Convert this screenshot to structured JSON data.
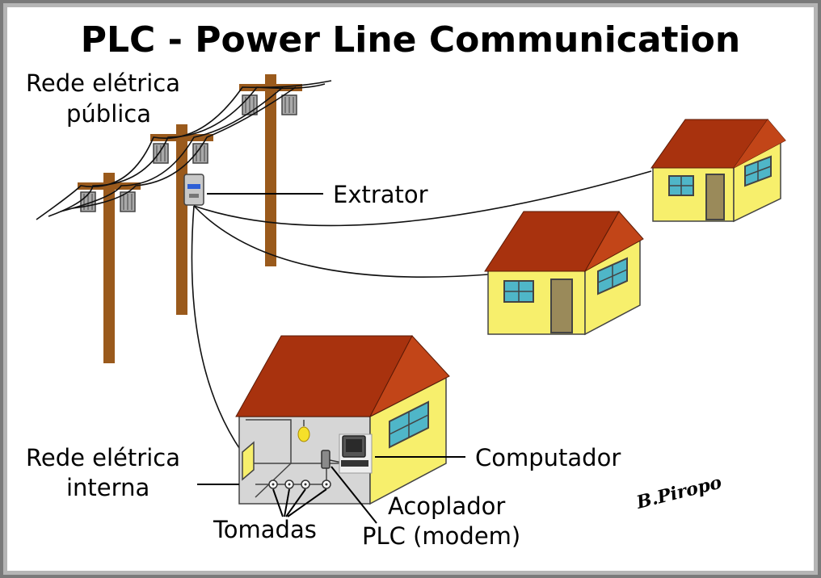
{
  "title": "PLC - Power Line Communication",
  "labels": {
    "public_grid_line1": "Rede elétrica",
    "public_grid_line2": "pública",
    "extractor": "Extrator",
    "internal_grid_line1": "Rede elétrica",
    "internal_grid_line2": "interna",
    "computer": "Computador",
    "outlets": "Tomadas",
    "coupler_line1": "Acoplador",
    "coupler_line2": "PLC (modem)"
  },
  "signature": "B.Piropo",
  "colors": {
    "pole": "#9a5a1c",
    "roof": "#a8320e",
    "wall": "#f7ef6c",
    "door": "#9a8a5a",
    "window": "#4fb6c8",
    "interior": "#d6d6d6",
    "border": "#6a6a6a"
  }
}
